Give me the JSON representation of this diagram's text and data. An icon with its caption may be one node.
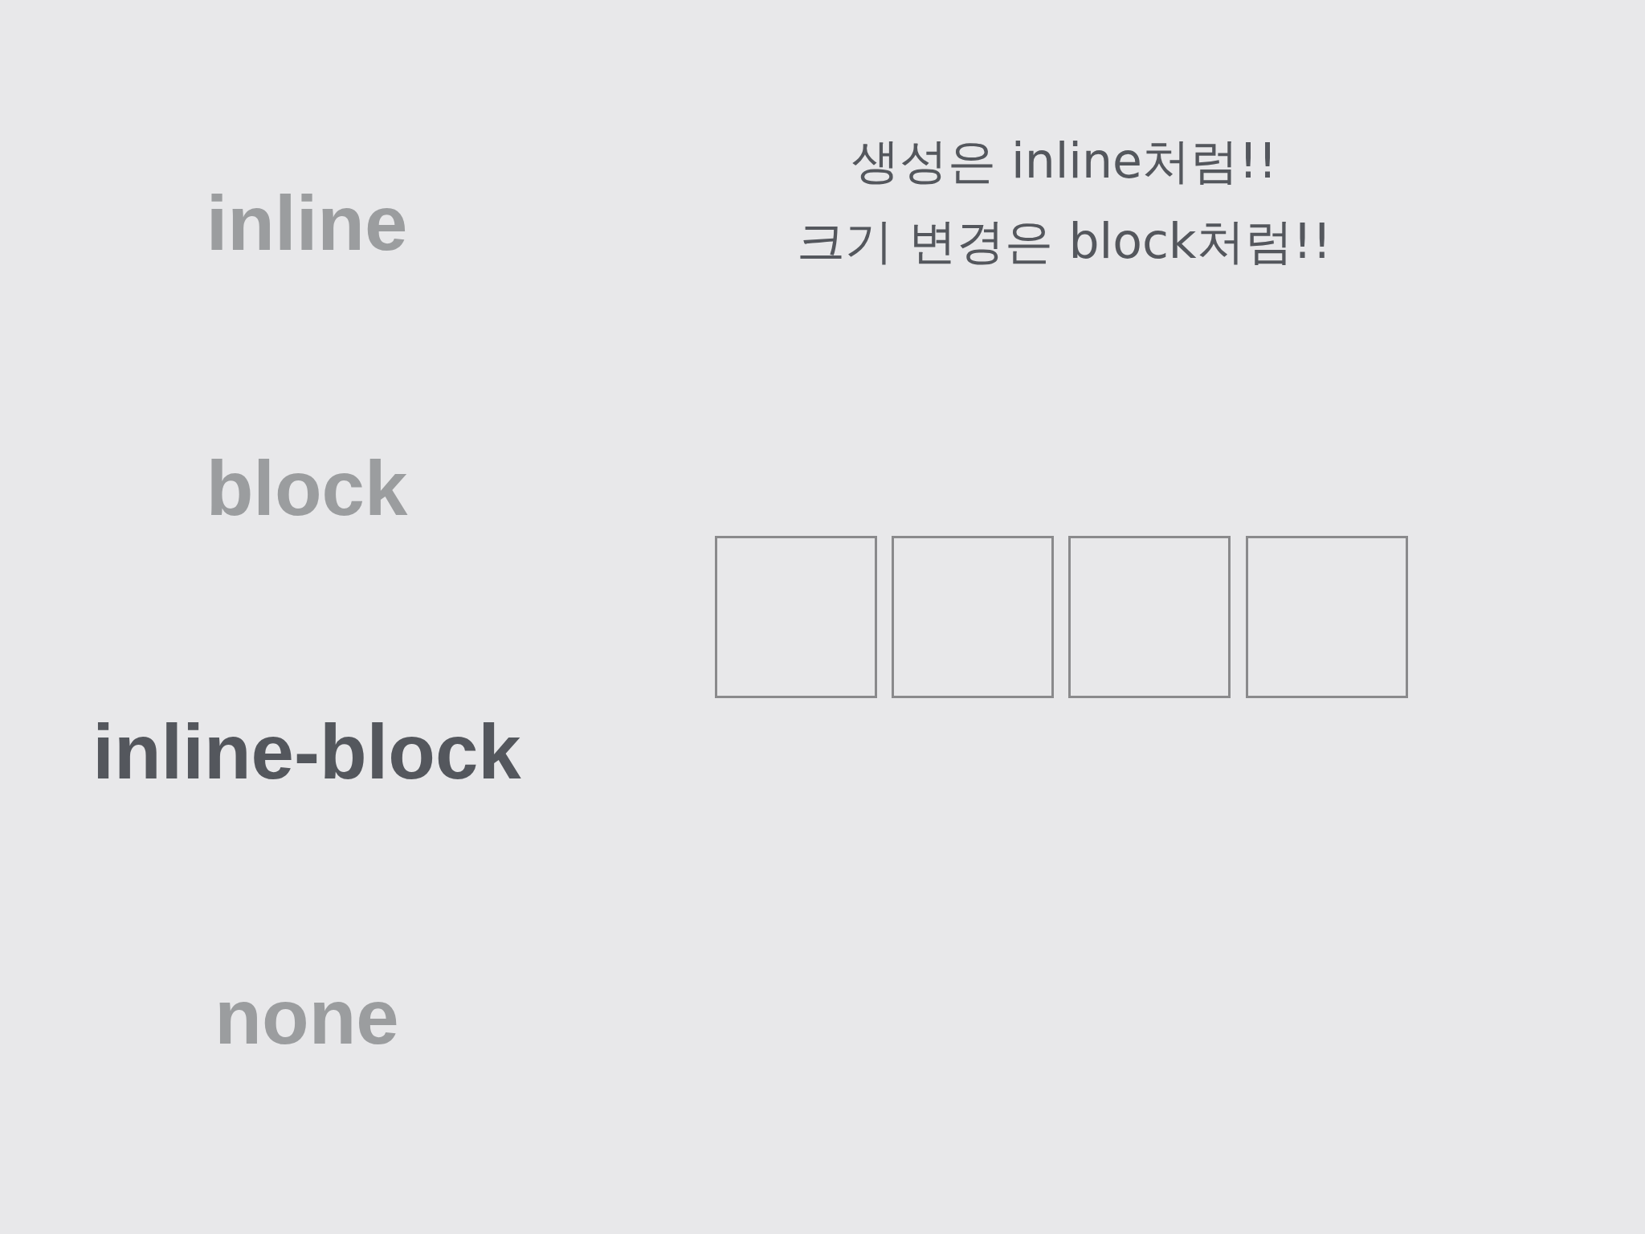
{
  "diagram": {
    "nodes": [
      {
        "text": [],
        "shape": "box"
      },
      {
        "text": [],
        "shape": "box"
      },
      {
        "text": [],
        "shape": "box"
      },
      {
        "text": [],
        "shape": "box"
      }
    ],
    "labels": [
      "inline",
      "생성은 inline처럼!!",
      "크기 변경은 block처럼!!",
      "block",
      "inline-block",
      "none"
    ]
  }
}
